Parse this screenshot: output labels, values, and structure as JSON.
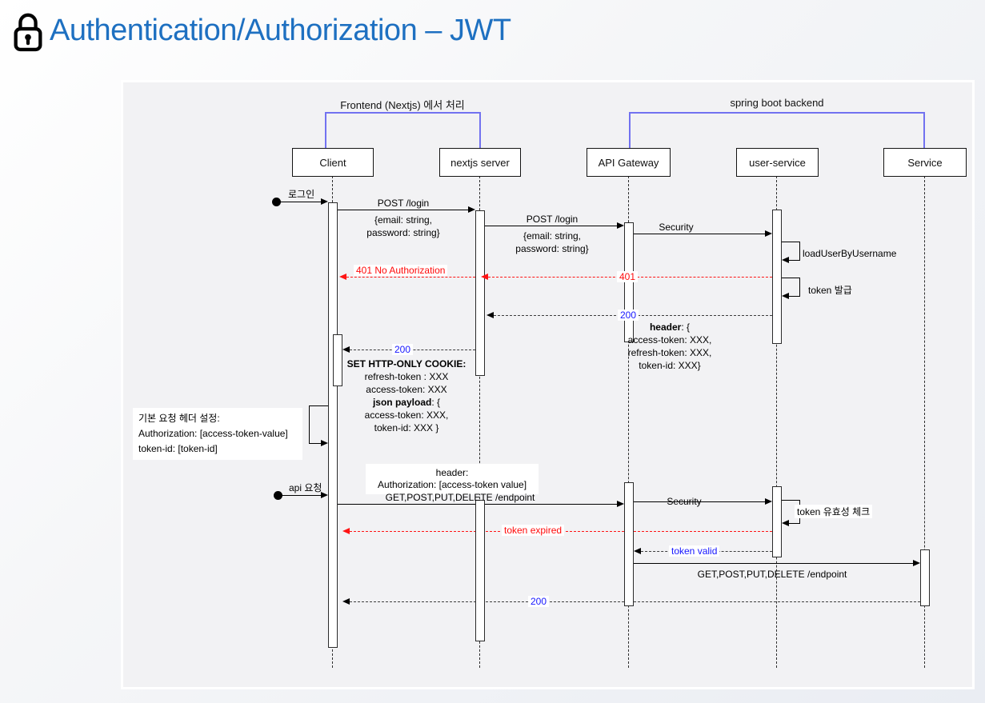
{
  "title": {
    "text": "Authentication/Authorization – JWT",
    "icon": "lock-icon",
    "color": "#1e70c1"
  },
  "colors": {
    "error": "#ff0a0a",
    "success_status": "#1616ff",
    "group_bracket": "#7272f0",
    "panel_bg": "#f2f2f4"
  },
  "diagram": {
    "groups": {
      "frontend": "Frontend (Nextjs) 에서 처리",
      "backend": "spring boot backend"
    },
    "actors": {
      "client": "Client",
      "nextjs": "nextjs server",
      "gateway": "API Gateway",
      "user_service": "user-service",
      "service": "Service"
    },
    "flow1": {
      "trigger": "로그인",
      "post_login1": "POST /login",
      "post_login1_body": "{email: string,\npassword: string}",
      "post_login2": "POST /login",
      "post_login2_body": "{email: string,\npassword: string}",
      "security": "Security",
      "load_user": "loadUserByUsername",
      "e401_full": "401 No Authorization",
      "e401": "401",
      "token_issue": "token 발급",
      "s200_a": "200",
      "header_bold": "header",
      "header_rest": ": {",
      "header_l2": "access-token: XXX,",
      "header_l3": "refresh-token: XXX,",
      "header_l4": "token-id: XXX}",
      "s200_b": "200",
      "cookie_l1": "SET HTTP-ONLY COOKIE:",
      "cookie_l2": "refresh-token : XXX",
      "cookie_l3": "access-token: XXX",
      "cookie_l4_bold": "json payload",
      "cookie_l4_rest": ": {",
      "cookie_l5": "access-token: XXX,",
      "cookie_l6": "token-id: XXX }",
      "note_l1": "기본 요청 헤더 설정:",
      "note_l2": "Authorization: [access-token-value]",
      "note_l3": "token-id: [token-id]"
    },
    "flow2": {
      "trigger": "api 요청",
      "header_note_l1": "header:",
      "header_note_l2": "Authorization: [access-token value]",
      "get_endpoint": "GET,POST,PUT,DELETE /endpoint",
      "security": "Security",
      "token_check": "token 유효성 체크",
      "token_expired": "token expired",
      "token_valid": "token valid",
      "get_endpoint2": "GET,POST,PUT,DELETE /endpoint",
      "s200": "200"
    }
  }
}
